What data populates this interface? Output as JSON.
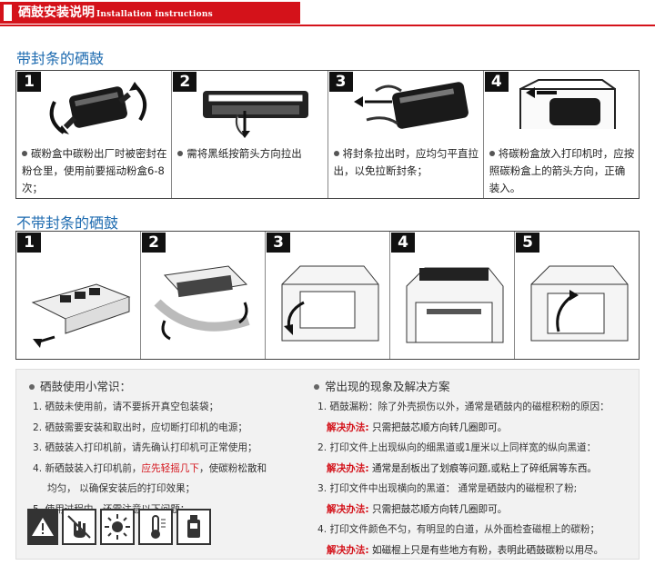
{
  "banner": {
    "title": "硒鼓安装说明",
    "subtitle": "Installation instructions"
  },
  "sealed": {
    "title": "带封条的硒鼓",
    "steps": [
      {
        "num": "1",
        "caption": "碳粉盒中碳粉出厂时被密封在粉仓里，使用前要摇动粉盒6-8次；"
      },
      {
        "num": "2",
        "caption": "需将黑纸按箭头方向拉出"
      },
      {
        "num": "3",
        "caption": "将封条拉出时，应均匀平直拉出，以免拉断封条；"
      },
      {
        "num": "4",
        "caption": "将碳粉盒放入打印机时，应按照碳粉盒上的箭头方向，正确装入。"
      }
    ]
  },
  "unsealed": {
    "title": "不带封条的硒鼓",
    "steps": [
      {
        "num": "1"
      },
      {
        "num": "2"
      },
      {
        "num": "3"
      },
      {
        "num": "4"
      },
      {
        "num": "5"
      }
    ]
  },
  "tips": {
    "heading": "硒鼓使用小常识：",
    "items": [
      "1. 硒鼓未使用前，请不要拆开真空包装袋；",
      "2. 硒鼓需要安装和取出时，应切断打印机的电源；",
      "3. 硒鼓装入打印机前，请先确认打印机可正常使用；"
    ],
    "item4_pre": "4. 新硒鼓装入打印机前，",
    "item4_red": "应先轻摇几下",
    "item4_post": "，使碳粉松散和",
    "item4_cont": "均匀， 以确保安装后的打印效果；",
    "item5": "5. 使用过程中，还需注意以下问题："
  },
  "problems": {
    "heading": "常出现的现象及解决方案",
    "label": "解决办法:",
    "rows": [
      {
        "q": "1. 硒鼓漏粉：除了外壳损伤以外，通常是硒鼓内的磁棍积粉的原因：",
        "a": "只需把鼓芯顺方向转几圈即可。"
      },
      {
        "q": "2. 打印文件上出现纵向的细黑道或1厘米以上同样宽的纵向黑道：",
        "a": "通常是刮板出了划痕等问题,或粘上了碎纸屑等东西。"
      },
      {
        "q": "3. 打印文件中出现横向的黑道： 通常是硒鼓内的磁棍积了粉;",
        "a": "只需把鼓芯顺方向转几圈即可。"
      },
      {
        "q": "4. 打印文件颜色不匀，有明显的白道，从外面检查磁棍上的碳粉；",
        "a": "如磁棍上只是有些地方有粉，表明此硒鼓碳粉以用尽。"
      }
    ]
  },
  "icons": {
    "warning": "warning-triangle-icon",
    "no_touch": "no-touch-icon",
    "no_sunlight": "no-sunlight-icon",
    "temperature": "temperature-icon",
    "no_shake_upside": "no-upside-down-icon"
  },
  "colors": {
    "brand_red": "#d4121a",
    "title_blue": "#1e6bb0"
  }
}
